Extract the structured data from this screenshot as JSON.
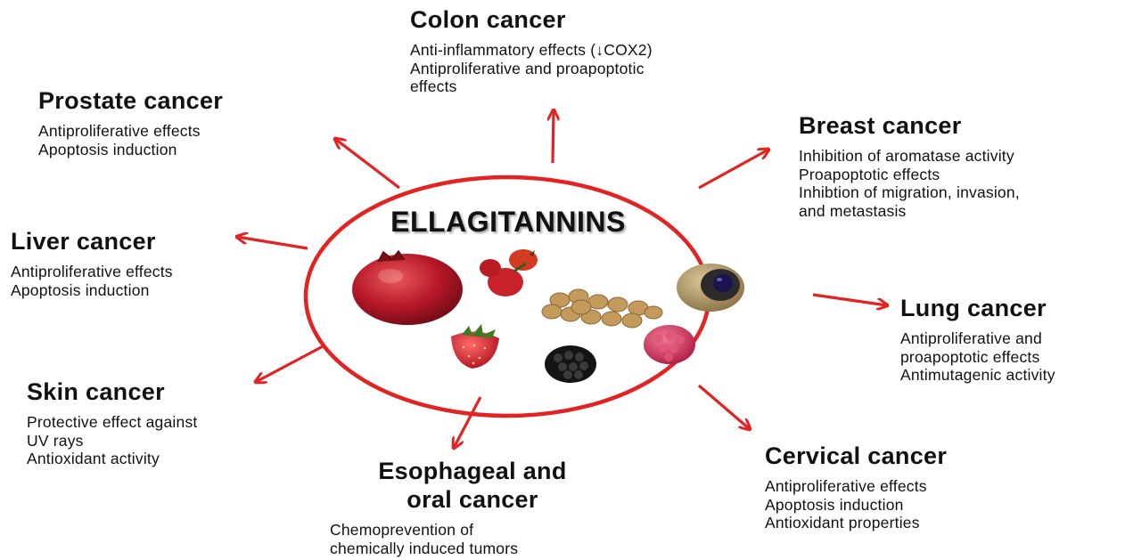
{
  "center": {
    "title": "ELLAGITANNINS"
  },
  "colors": {
    "accent": "#e32222",
    "text": "#111111"
  },
  "icons": [
    "pomegranate-icon",
    "rosehip-icon",
    "nuts-icon",
    "longan-icon",
    "strawberry-icon",
    "blackberry-icon",
    "raspberry-icon"
  ],
  "cancers": [
    {
      "title": "Colon cancer",
      "effects": [
        "Anti-inflammatory effects  (↓COX2)",
        "Antiproliferative and proapoptotic",
        "effects"
      ]
    },
    {
      "title": "Prostate cancer",
      "effects": [
        "Antiproliferative effects",
        "Apoptosis induction"
      ]
    },
    {
      "title": "Breast cancer",
      "effects": [
        "Inhibition of aromatase activity",
        "Proapoptotic effects",
        "Inhibtion of migration, invasion,",
        "and metastasis"
      ]
    },
    {
      "title": "Liver cancer",
      "effects": [
        "Antiproliferative effects",
        "Apoptosis induction"
      ]
    },
    {
      "title": "Lung cancer",
      "effects": [
        "Antiproliferative and",
        "proapoptotic effects",
        "Antimutagenic activity"
      ]
    },
    {
      "title": "Skin cancer",
      "effects": [
        "Protective effect against",
        "UV rays",
        "Antioxidant activity"
      ]
    },
    {
      "title": "Esophageal and",
      "title2": "oral cancer",
      "effects": [
        "Chemoprevention of",
        "chemically induced tumors"
      ]
    },
    {
      "title": "Cervical cancer",
      "effects": [
        "Antiproliferative effects",
        "Apoptosis induction",
        "Antioxidant properties"
      ]
    }
  ]
}
